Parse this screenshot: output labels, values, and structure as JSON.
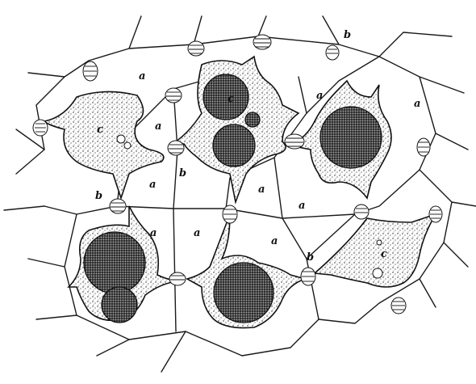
{
  "figure": {
    "labels": {
      "intercellular": "a",
      "pit": "b",
      "cell": "c"
    }
  }
}
